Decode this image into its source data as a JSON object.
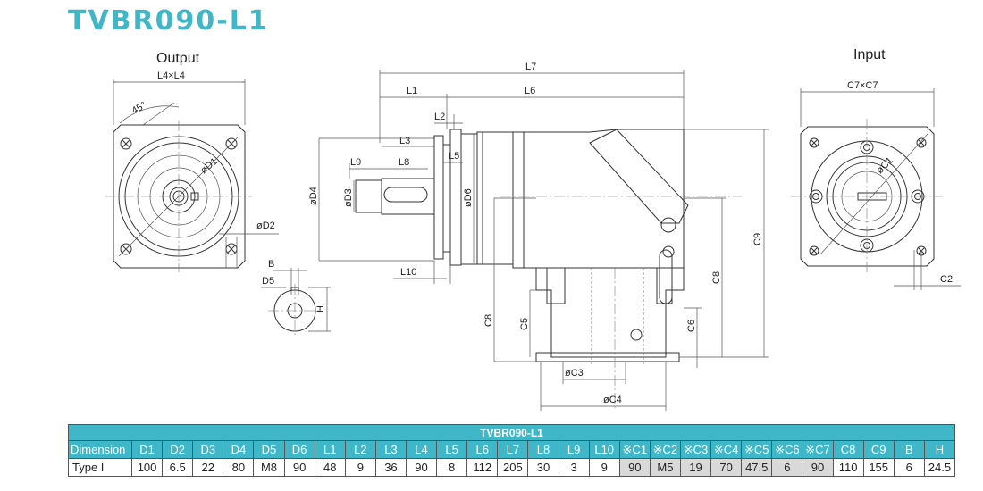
{
  "title": "TVBR090-L1",
  "views": {
    "output": "Output",
    "input": "Input"
  },
  "dims": {
    "l4l4": "L4×L4",
    "angle": "45°",
    "d1": "øD1",
    "d2": "øD2",
    "b": "B",
    "d5": "D5",
    "h": "H",
    "l7": "L7",
    "l1": "L1",
    "l6": "L6",
    "l2": "L2",
    "l3": "L3",
    "l9": "L9",
    "l8": "L8",
    "l5": "L5",
    "l10": "L10",
    "d4": "øD4",
    "d3": "øD3",
    "d6": "øD6",
    "c8": "C8",
    "c5": "C5",
    "c6": "C6",
    "c9": "C9",
    "c3": "øC3",
    "c4": "øC4",
    "c7c7": "C7×C7",
    "c1": "øC1",
    "c2": "C2"
  },
  "table": {
    "title": "TVBR090-L1",
    "row_header": "Dimension",
    "columns": [
      "D1",
      "D2",
      "D3",
      "D4",
      "D5",
      "D6",
      "L1",
      "L2",
      "L3",
      "L4",
      "L5",
      "L6",
      "L7",
      "L8",
      "L9",
      "L10",
      "※C1",
      "※C2",
      "※C3",
      "※C4",
      "※C5",
      "※C6",
      "※C7",
      "C8",
      "C9",
      "B",
      "H"
    ],
    "rows": [
      {
        "label": "Type I",
        "values": [
          "100",
          "6.5",
          "22",
          "80",
          "M8",
          "90",
          "48",
          "9",
          "36",
          "90",
          "8",
          "112",
          "205",
          "30",
          "3",
          "9",
          "90",
          "M5",
          "19",
          "70",
          "47.5",
          "6",
          "90",
          "110",
          "155",
          "6",
          "24.5"
        ]
      }
    ]
  }
}
